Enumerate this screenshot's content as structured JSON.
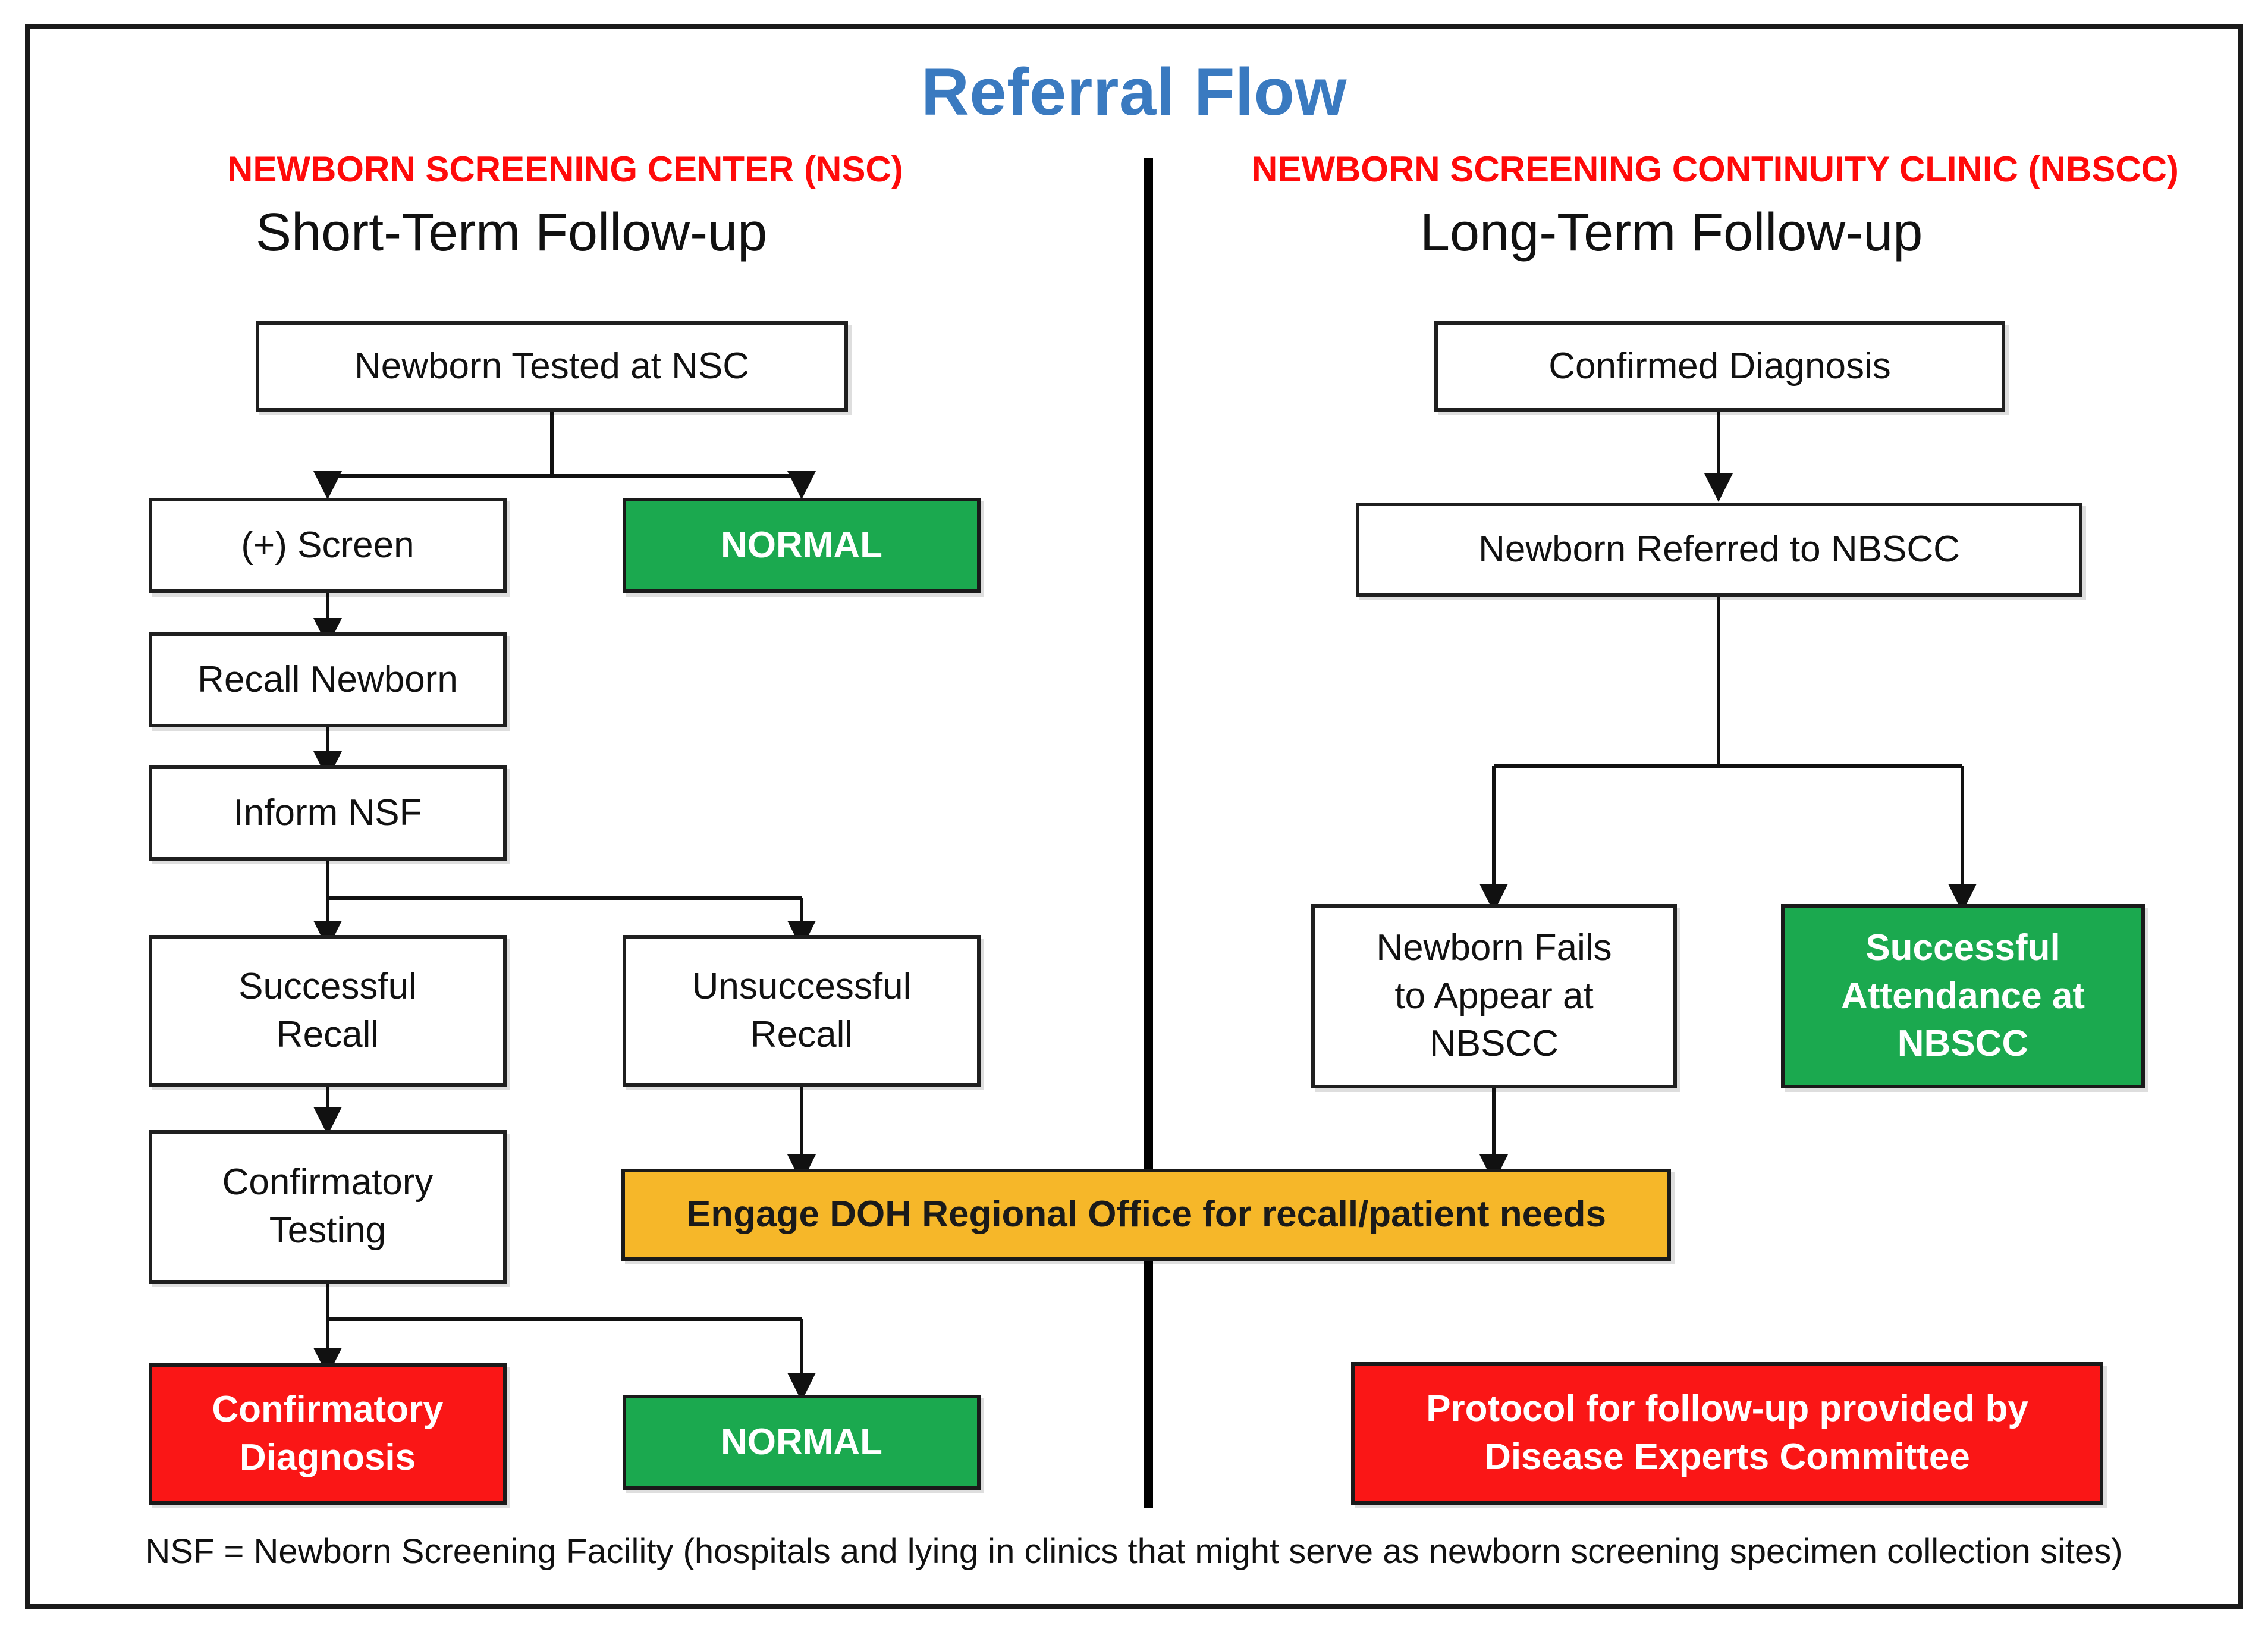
{
  "title": "Referral Flow",
  "colors": {
    "title": "#3A7AC0",
    "header_red": "#FF0A0A",
    "green": "#1BA94F",
    "red": "#FA1616",
    "orange": "#F6B729",
    "line": "#1a1a1a"
  },
  "columns": {
    "left": {
      "org_label": "NEWBORN SCREENING CENTER (NSC)",
      "phase_label": "Short-Term Follow-up"
    },
    "right": {
      "org_label": "NEWBORN SCREENING CONTINUITY CLINIC (NBSCC)",
      "phase_label": "Long-Term Follow-up"
    }
  },
  "nodes": {
    "newborn_tested": "Newborn Tested at NSC",
    "positive_screen": "(+) Screen",
    "normal_top": "NORMAL",
    "recall_newborn": "Recall Newborn",
    "inform_nsf": "Inform NSF",
    "successful_recall": "Successful\nRecall",
    "unsuccessful_recall": "Unsuccessful\nRecall",
    "confirmatory_testing": "Confirmatory\nTesting",
    "engage_doh": "Engage DOH Regional Office for recall/patient needs",
    "confirmatory_diagnosis": "Confirmatory\nDiagnosis",
    "normal_bottom": "NORMAL",
    "confirmed_diagnosis": "Confirmed Diagnosis",
    "newborn_referred": "Newborn Referred to NBSCC",
    "newborn_fails": "Newborn Fails\nto Appear at\nNBSCC",
    "successful_attendance": "Successful\nAttendance at\nNBSCC",
    "protocol_followup": "Protocol for follow-up provided by\nDisease Experts Committee"
  },
  "footnote": "NSF = Newborn Screening Facility (hospitals and lying in clinics that might serve as newborn screening specimen collection sites)"
}
